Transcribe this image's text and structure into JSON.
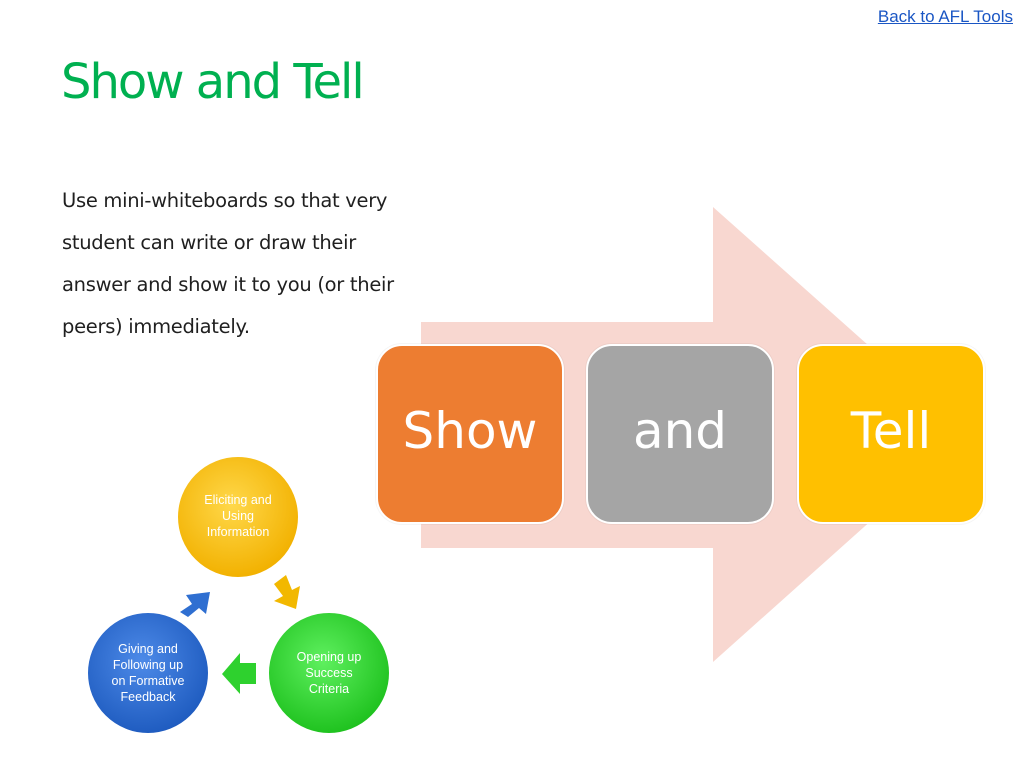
{
  "header": {
    "back_link": "Back to AFL Tools"
  },
  "slide": {
    "title": "Show and Tell",
    "body_lines": [
      "Use mini-whiteboards so that very",
      "student can write or draw their",
      "answer and show it to you (or their",
      "peers) immediately."
    ]
  },
  "process": {
    "boxes": [
      {
        "label": "Show",
        "color": "#ed7d31"
      },
      {
        "label": "and",
        "color": "#a5a5a5"
      },
      {
        "label": "Tell",
        "color": "#ffc000"
      }
    ],
    "arrow_color": "#f8d7d0"
  },
  "cycle": {
    "nodes": [
      {
        "lines": [
          "Eliciting and",
          "Using",
          "Information"
        ],
        "color": "#ffc000"
      },
      {
        "lines": [
          "Opening up",
          "Success",
          "Criteria"
        ],
        "color": "#2ed12e"
      },
      {
        "lines": [
          "Giving and",
          "Following up",
          "on Formative",
          "Feedback"
        ],
        "color": "#2f6fd1"
      }
    ],
    "arrow_colors": [
      "#f2b800",
      "#2ed12e",
      "#2f6fd1"
    ]
  }
}
